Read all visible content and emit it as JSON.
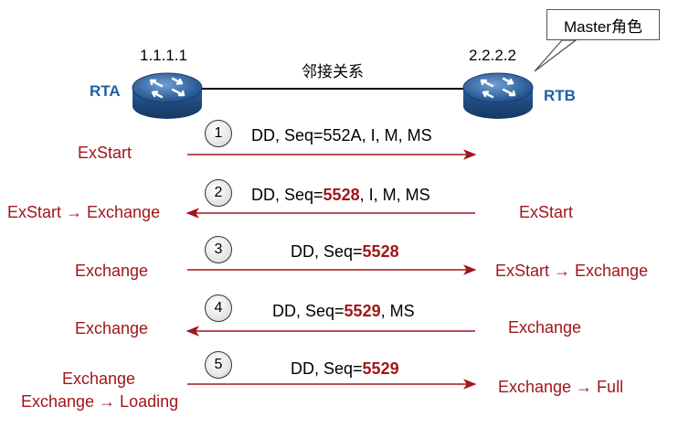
{
  "routers": {
    "left": {
      "name": "RTA",
      "ip": "1.1.1.1"
    },
    "right": {
      "name": "RTB",
      "ip": "2.2.2.2"
    }
  },
  "adjacency_label": "邻接关系",
  "master_callout": "Master角色",
  "colors": {
    "state": "#a0161b",
    "arrow": "#a0161b",
    "router_label": "#1f5fa8",
    "seq_highlight": "#a0161b"
  },
  "steps": [
    {
      "num": "1",
      "direction": "right",
      "msg_prefix": "DD, Seq=552A, I, M, MS",
      "msg_seq": "",
      "msg_suffix": "",
      "left_states": [
        "ExStart"
      ],
      "right_state": ""
    },
    {
      "num": "2",
      "direction": "left",
      "msg_prefix": "DD, Seq=",
      "msg_seq": "5528",
      "msg_suffix": ", I, M, MS",
      "left_states": [
        "ExStart → Exchange"
      ],
      "right_state": "ExStart"
    },
    {
      "num": "3",
      "direction": "right",
      "msg_prefix": "DD, Seq=",
      "msg_seq": "5528",
      "msg_suffix": "",
      "left_states": [
        "Exchange"
      ],
      "right_state": "ExStart → Exchange"
    },
    {
      "num": "4",
      "direction": "left",
      "msg_prefix": "DD, Seq=",
      "msg_seq": "5529",
      "msg_suffix": ", MS",
      "left_states": [
        "Exchange"
      ],
      "right_state": "Exchange"
    },
    {
      "num": "5",
      "direction": "right",
      "msg_prefix": "DD, Seq=",
      "msg_seq": "5529",
      "msg_suffix": "",
      "left_states": [
        "Exchange",
        "Exchange → Loading"
      ],
      "right_state": "Exchange → Full"
    }
  ]
}
